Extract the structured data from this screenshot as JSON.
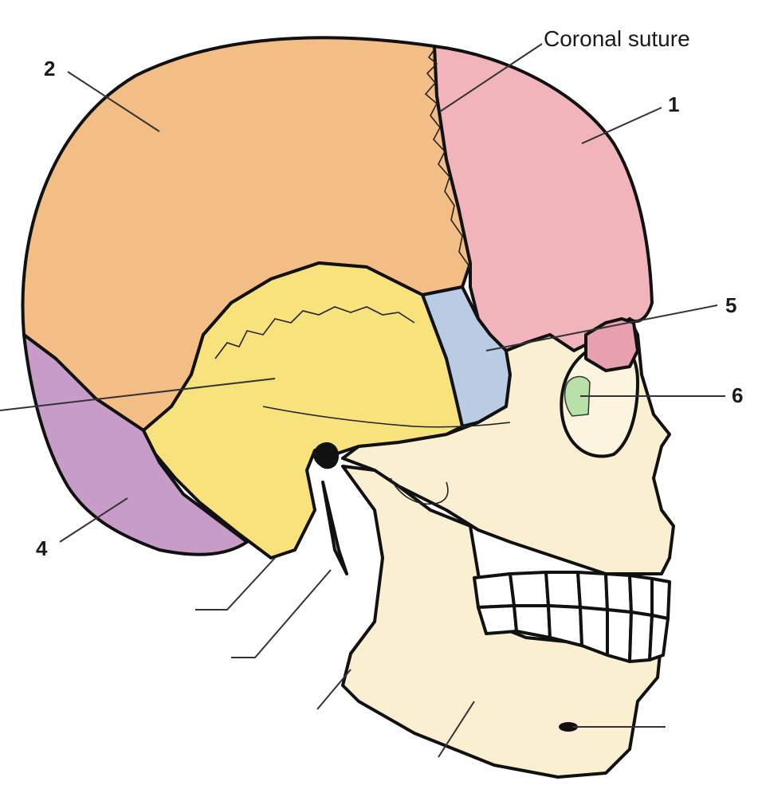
{
  "diagram": {
    "labels": {
      "coronal_suture": "Coronal suture",
      "n1": "1",
      "n2": "2",
      "n4": "4",
      "n5": "5",
      "n6": "6"
    },
    "colors": {
      "frontal": "#f2b4bb",
      "parietal": "#f3bd86",
      "temporal": "#f7e27c",
      "occipital": "#c89cc8",
      "sphenoid": "#b9cce3",
      "ethmoid": "#b8e0a8",
      "nasal": "#e7a0ad",
      "face": "#fbefd2",
      "teeth": "#ffffff"
    }
  }
}
